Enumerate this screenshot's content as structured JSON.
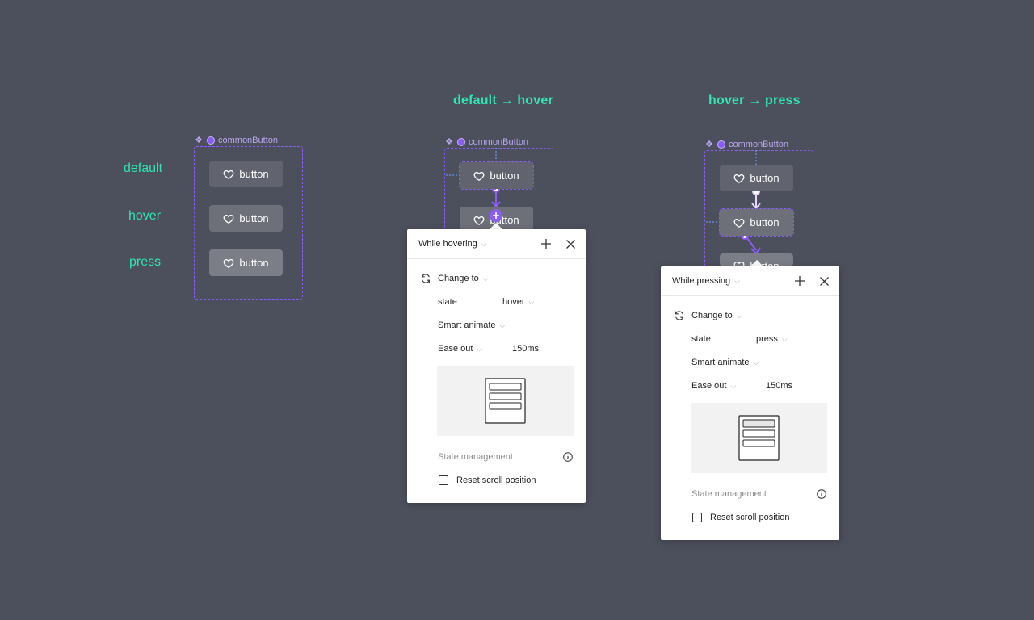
{
  "headings": {
    "hover_transition": "default → hover",
    "press_transition": "hover → press"
  },
  "state_labels": [
    "default",
    "hover",
    "press"
  ],
  "component": {
    "name": "commonButton",
    "icon": "component-diamond-icon",
    "button_label": "button",
    "button_icon": "heart-icon"
  },
  "panel_hover": {
    "trigger": "While hovering",
    "action": "Change to",
    "state_label": "state",
    "state_value": "hover",
    "animation": "Smart animate",
    "easing": "Ease out",
    "duration": "150ms",
    "state_management": "State management",
    "reset_scroll": "Reset scroll position"
  },
  "panel_press": {
    "trigger": "While pressing",
    "action": "Change to",
    "state_label": "state",
    "state_value": "press",
    "animation": "Smart animate",
    "easing": "Ease out",
    "duration": "150ms",
    "state_management": "State management",
    "reset_scroll": "Reset scroll position"
  },
  "colors": {
    "background": "#4c505c",
    "accent": "#2ee6b0",
    "component_purple": "#8b5cf6",
    "panel": "#ffffff"
  }
}
